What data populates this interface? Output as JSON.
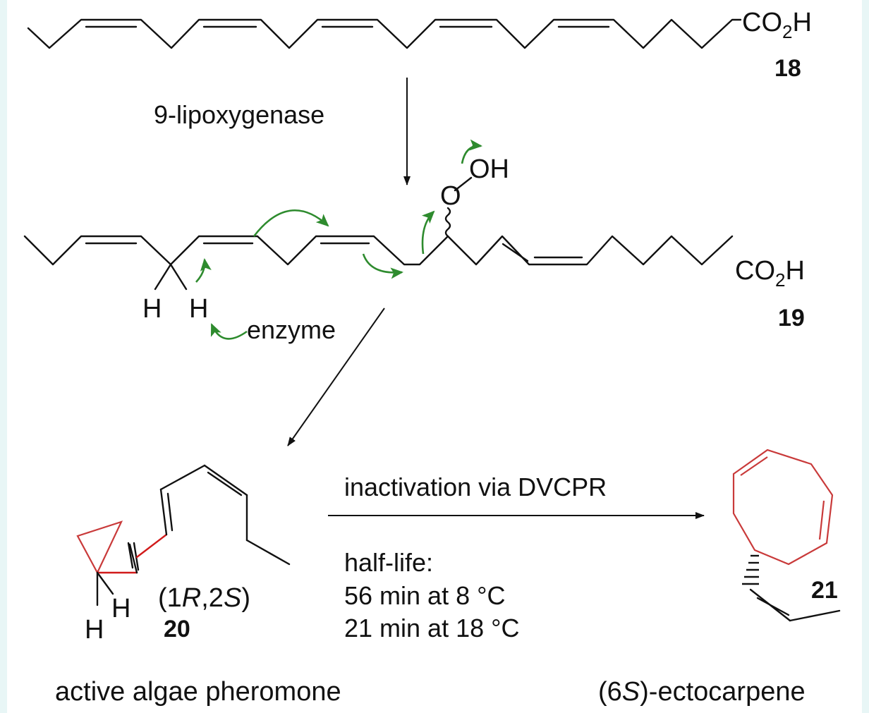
{
  "compounds": {
    "c18": {
      "number": "18",
      "acid": "CO",
      "acid_sub": "2",
      "acid_end": "H"
    },
    "c19": {
      "number": "19",
      "acid": "CO",
      "acid_sub": "2",
      "acid_end": "H",
      "oxygen": "O",
      "hydroxyl": "OH",
      "h_left": "H",
      "h_right": "H"
    },
    "c20": {
      "number": "20",
      "stereo_open": "(1",
      "stereo_r": "R",
      "stereo_mid": ",2",
      "stereo_s": "S",
      "stereo_close": ")",
      "h_top": "H",
      "h_bottom": "H",
      "caption": "active algae pheromone"
    },
    "c21": {
      "number": "21",
      "caption_pre": "(6",
      "caption_s": "S",
      "caption_post": ")-ectocarpene"
    }
  },
  "steps": {
    "step1": {
      "label": "9-lipoxygenase"
    },
    "step2": {
      "label": "enzyme"
    },
    "step3": {
      "label": "inactivation via DVCPR",
      "halflife_label": "half-life:",
      "halflife_1": "56 min at 8 °C",
      "halflife_2": "21 min at 18 °C"
    }
  },
  "colors": {
    "bond": "#111111",
    "highlight_red": "#d11a1a",
    "curved_arrow_green": "#2e8b2e",
    "border": "#e8f6f6"
  }
}
